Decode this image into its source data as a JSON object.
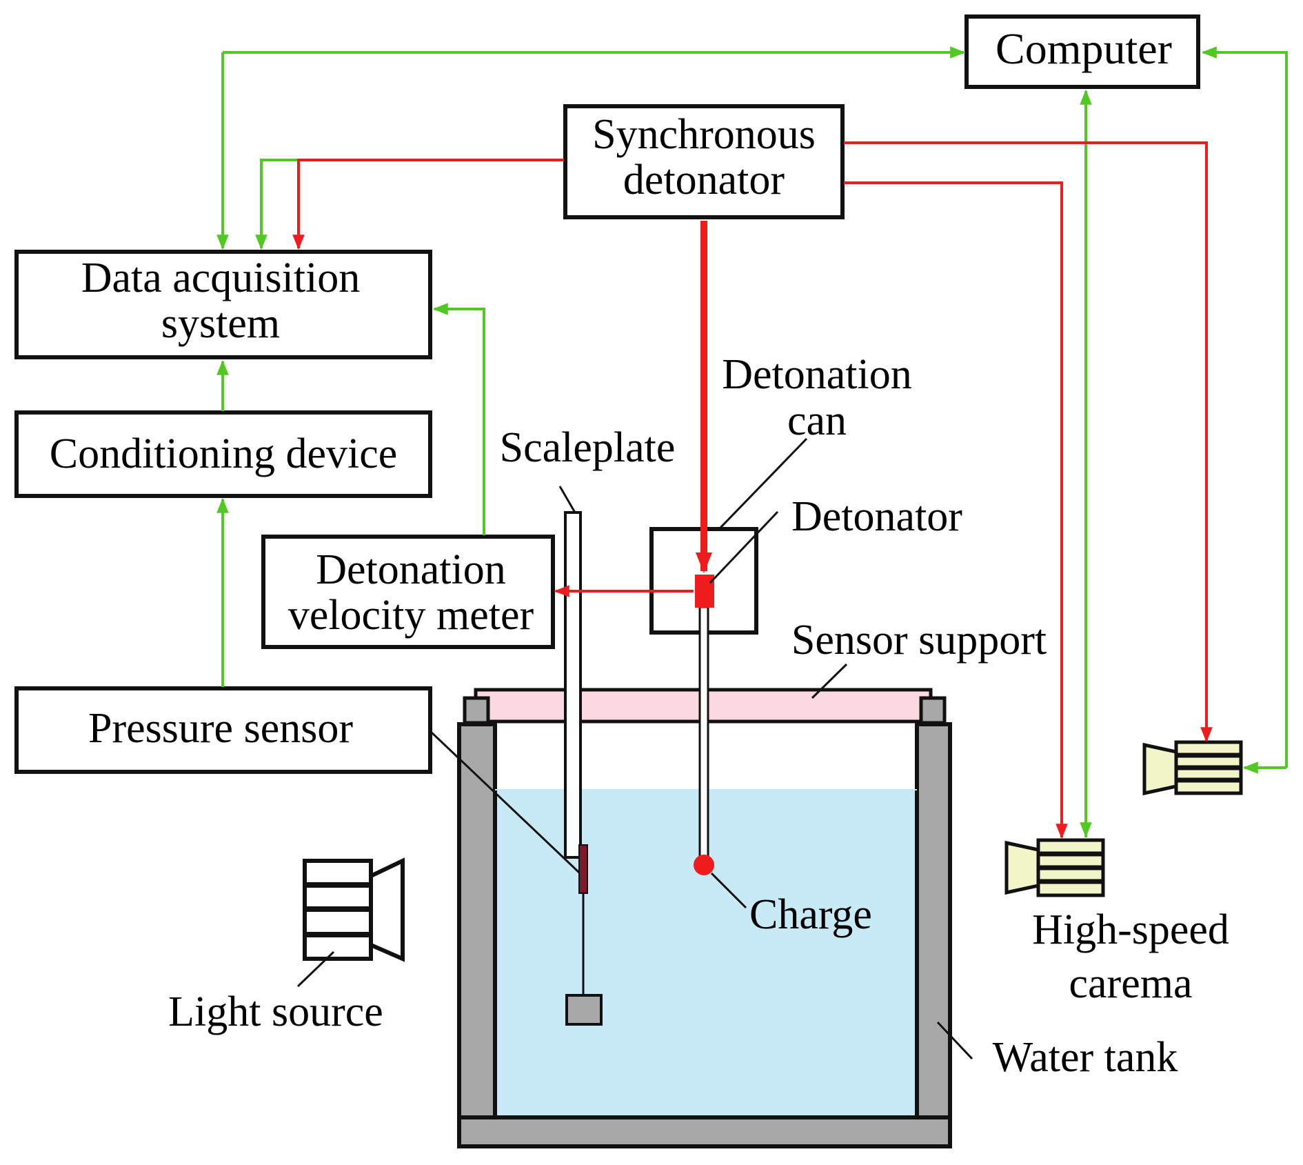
{
  "labels": {
    "computer": "Computer",
    "sync_line1": "Synchronous",
    "sync_line2": "detonator",
    "daq_line1": "Data acquisition",
    "daq_line2": "system",
    "conditioning": "Conditioning device",
    "dvm_line1": "Detonation",
    "dvm_line2": "velocity meter",
    "pressure_sensor": "Pressure sensor",
    "scaleplate": "Scaleplate",
    "can_line1": "Detonation",
    "can_line2": "can",
    "detonator": "Detonator",
    "sensor_support": "Sensor support",
    "charge": "Charge",
    "light_source": "Light source",
    "camera_line1": "High-speed",
    "camera_line2": "carema",
    "water_tank": "Water tank"
  },
  "colors": {
    "signal_green": "#52c922",
    "trigger_red": "#ee1c1c",
    "water": "#c8eaf7",
    "support": "#fcd9e0",
    "tank_wall": "#a8a8a8",
    "camera_body": "#f2f5c8",
    "sensor_tip": "#7a1a2a"
  },
  "icons": [
    "high-speed-camera-icon",
    "light-source-icon"
  ]
}
